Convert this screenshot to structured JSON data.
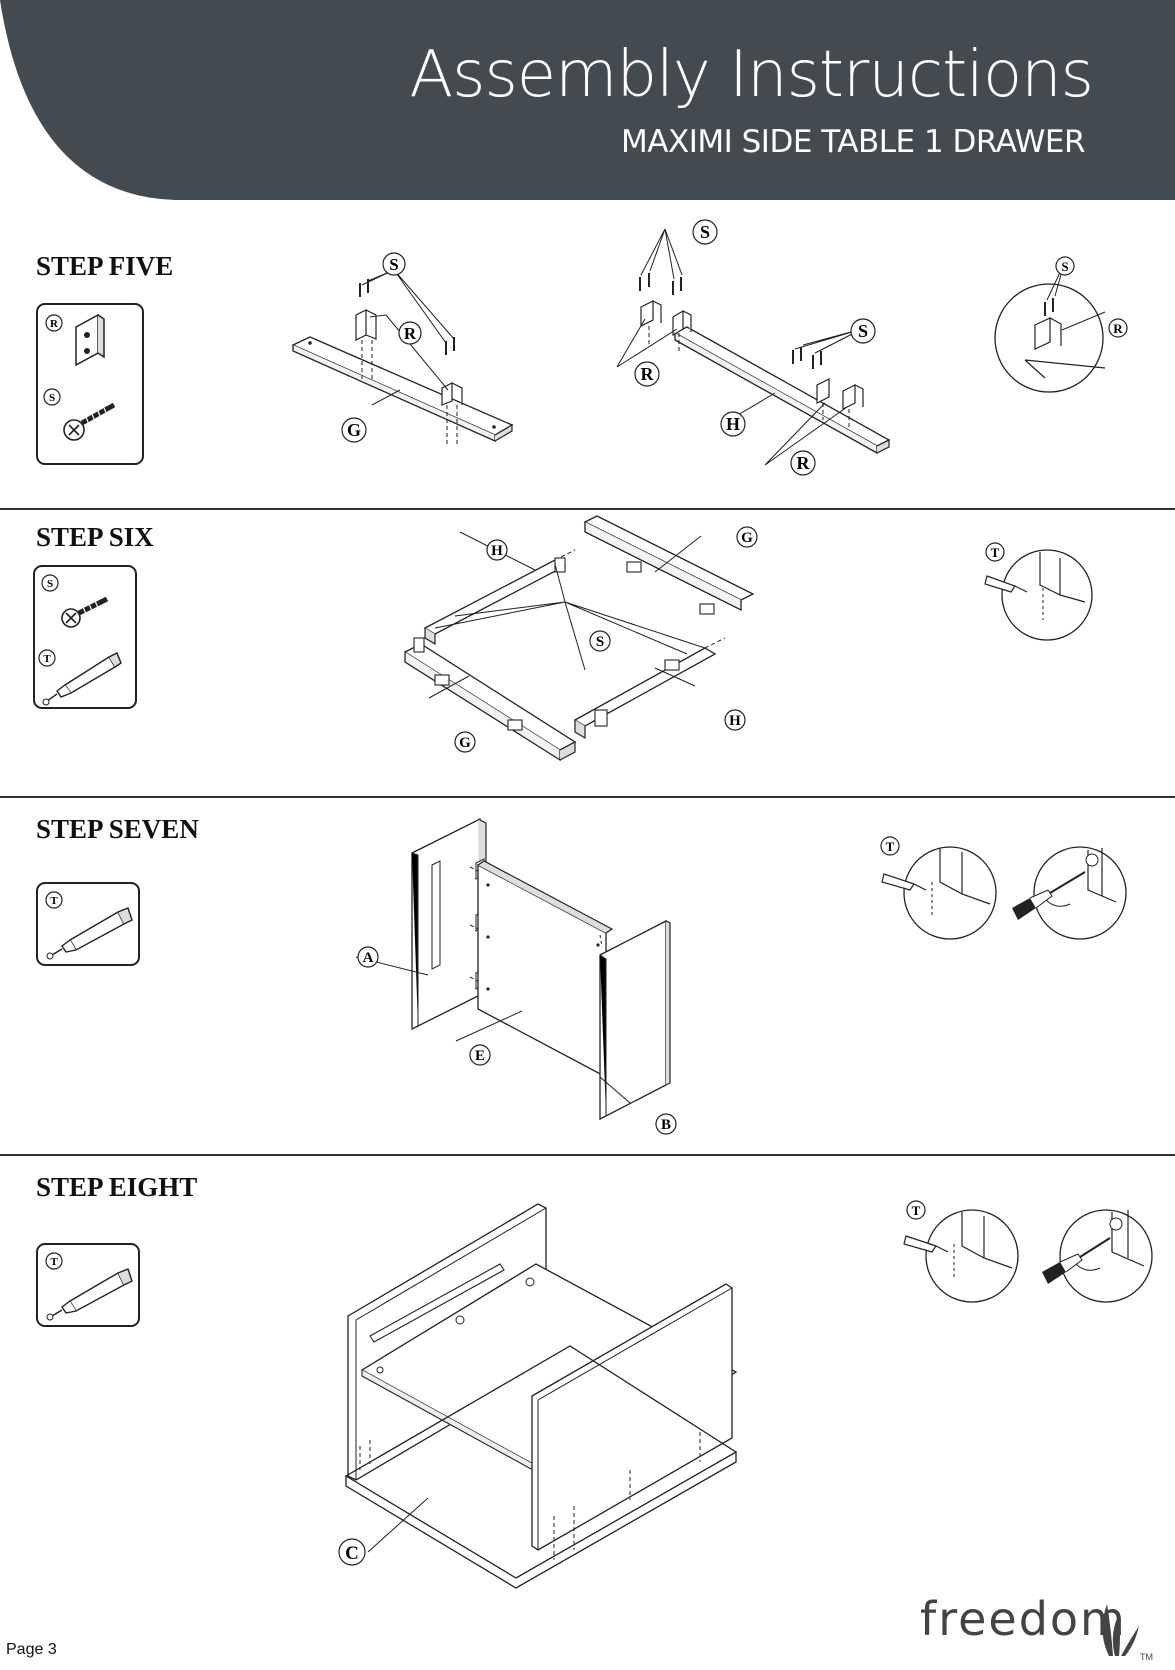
{
  "header": {
    "title": "Assembly Instructions",
    "subtitle": "MAXIMI SIDE TABLE 1 DRAWER",
    "band_color": "#434a50"
  },
  "steps": [
    {
      "title": "STEP FIVE",
      "parts": [
        "R",
        "S"
      ],
      "labels": {
        "s1": "S",
        "r1": "R",
        "g": "G",
        "s2": "S",
        "r2": "R",
        "s3": "S",
        "h": "H",
        "r3": "R",
        "ds": "S",
        "dr": "R"
      }
    },
    {
      "title": "STEP SIX",
      "parts": [
        "S",
        "T"
      ],
      "labels": {
        "h1": "H",
        "g1": "G",
        "s": "S",
        "g2": "G",
        "h2": "H",
        "t": "T"
      }
    },
    {
      "title": "STEP SEVEN",
      "parts": [
        "T"
      ],
      "labels": {
        "a": "A",
        "e": "E",
        "b": "B",
        "t": "T"
      }
    },
    {
      "title": "STEP EIGHT",
      "parts": [
        "T"
      ],
      "labels": {
        "c": "C",
        "t": "T"
      }
    }
  ],
  "footer": {
    "page": "Page 3",
    "brand": "freedom",
    "trademark": "TM"
  },
  "icons": [
    "bracket-icon",
    "screw-icon",
    "glue-tube-icon",
    "screwdriver-icon"
  ]
}
